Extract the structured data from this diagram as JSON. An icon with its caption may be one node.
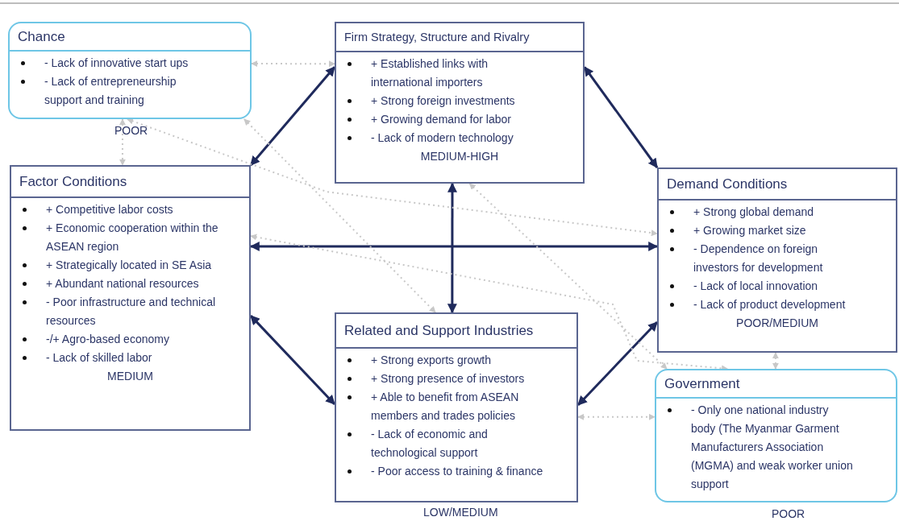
{
  "diagram": {
    "nodes": [
      {
        "text": [
          "Chance",
          "- Lack of innovative start ups",
          "- Lack of entrepreneurship support and training"
        ],
        "beside": [
          "POOR"
        ]
      },
      {
        "text": [
          "Firm Strategy, Structure and Rivalry",
          "+ Established links with international importers",
          "+ Strong foreign investments",
          "+ Growing demand for labor",
          "- Lack of modern technology",
          "MEDIUM-HIGH"
        ]
      },
      {
        "text": [
          "Factor Conditions",
          "+ Competitive labor costs",
          "+ Economic cooperation within the ASEAN region",
          "+ Strategically located in SE Asia",
          "+ Abundant national resources",
          "- Poor infrastructure and technical resources",
          "-/+ Agro-based economy",
          "- Lack of skilled labor",
          "MEDIUM"
        ]
      },
      {
        "text": [
          "Demand Conditions",
          "+ Strong global demand",
          "+ Growing market size",
          "-  Dependence on foreign investors for development",
          "- Lack of local innovation",
          "- Lack of product development",
          "POOR/MEDIUM"
        ]
      },
      {
        "text": [
          "Related and Support Industries",
          "+ Strong exports growth",
          "+ Strong presence of investors",
          "+ Able to benefit from ASEAN members and trades policies",
          "- Lack of economic and technological support",
          "- Poor access to training & finance"
        ],
        "beside": [
          "LOW/MEDIUM"
        ]
      },
      {
        "text": [
          "Government",
          "- Only one national industry body (The Myanmar Garment Manufacturers Association (MGMA) and weak worker union support"
        ],
        "beside": [
          "POOR"
        ]
      }
    ],
    "edges": [
      {
        "from": 2,
        "to": 1,
        "arrow": "both",
        "color": "#1f2a5c"
      },
      {
        "from": 1,
        "to": 3,
        "arrow": "both",
        "color": "#1f2a5c"
      },
      {
        "from": 2,
        "to": 3,
        "arrow": "both",
        "color": "#1f2a5c"
      },
      {
        "from": 1,
        "to": 4,
        "arrow": "both",
        "color": "#1f2a5c"
      },
      {
        "from": 2,
        "to": 4,
        "arrow": "both",
        "color": "#1f2a5c"
      },
      {
        "from": 4,
        "to": 3,
        "arrow": "both",
        "color": "#1f2a5c"
      },
      {
        "from": 0,
        "to": 1,
        "arrow": "both",
        "style": "dashed"
      },
      {
        "from": 0,
        "to": 2,
        "arrow": "both",
        "style": "dashed"
      },
      {
        "from": 0,
        "to": 3,
        "arrow": "both",
        "style": "dashed"
      },
      {
        "from": 0,
        "to": 4,
        "arrow": "both",
        "style": "dashed"
      },
      {
        "from": 1,
        "to": 5,
        "arrow": "both",
        "style": "dashed"
      },
      {
        "from": 2,
        "to": 5,
        "arrow": "both",
        "style": "dashed"
      },
      {
        "from": 3,
        "to": 5,
        "arrow": "both",
        "style": "dashed"
      },
      {
        "from": 4,
        "to": 5,
        "arrow": "both",
        "style": "dashed"
      }
    ]
  }
}
